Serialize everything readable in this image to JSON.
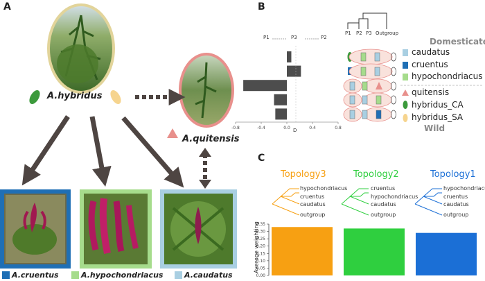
{
  "panels": {
    "a": "A",
    "b": "B",
    "c": "C"
  },
  "species": {
    "hybridus": "A.hybridus",
    "quitensis": "A.quitensis",
    "cruentus": "A.cruentus",
    "hypochondriacus": "A.hypochondriacus",
    "caudatus": "A.caudatus"
  },
  "colors": {
    "cruentus": "#1f6fb5",
    "hypochondriacus": "#a6dc8c",
    "caudatus": "#a9cfe2",
    "quitensis": "#e8908c",
    "hybridus_CA": "#3c9a3c",
    "hybridus_SA": "#f6d48e",
    "topology3": "#f7a012",
    "topology2": "#2fcf3f",
    "topology1": "#1b6fd6",
    "bar_grey": "#4d4d4d",
    "arrow": "#4e4542"
  },
  "panel_b": {
    "p_labels": {
      "left": "P1",
      "mid": "P3",
      "right": "P2"
    },
    "tree_tips": [
      "P1",
      "P2",
      "P3",
      "Outgroup"
    ],
    "legend": {
      "domesticated_header": "Domesticated",
      "wild_header": "Wild",
      "items": [
        {
          "name": "caudatus",
          "icon": "square"
        },
        {
          "name": "cruentus",
          "icon": "square"
        },
        {
          "name": "hypochondriacus",
          "icon": "square"
        },
        {
          "name": "quitensis",
          "icon": "triangle"
        },
        {
          "name": "hybridus_CA",
          "icon": "ellipse"
        },
        {
          "name": "hybridus_SA",
          "icon": "ellipse"
        }
      ]
    },
    "chart_data": {
      "type": "bar",
      "orientation": "horizontal",
      "xlabel": "D",
      "xlim": [
        -0.8,
        0.8
      ],
      "xticks": [
        "-0.8",
        "-0.4",
        "0.0",
        "0.4",
        "0.8"
      ],
      "values": [
        0.07,
        0.22,
        -0.68,
        -0.2,
        -0.18
      ]
    }
  },
  "panel_c": {
    "topologies": [
      {
        "name": "Topology3",
        "taxa": [
          "hypochondriacus",
          "cruentus",
          "caudatus",
          "outgroup"
        ]
      },
      {
        "name": "Topology2",
        "taxa": [
          "cruentus",
          "hypochondriacus",
          "caudatus",
          "outgroup"
        ]
      },
      {
        "name": "Topology1",
        "taxa": [
          "hypochondriacus",
          "cruentus",
          "caudatus",
          "outgroup"
        ]
      }
    ],
    "chart_data": {
      "type": "bar",
      "categories": [
        "Topology3",
        "Topology2",
        "Topology1"
      ],
      "values": [
        0.33,
        0.32,
        0.29
      ],
      "ylabel": "Average weighting",
      "ylim": [
        0,
        0.35
      ],
      "yticks": [
        "0.00",
        "0.05",
        "0.10",
        "0.15",
        "0.20",
        "0.25",
        "0.30",
        "0.35"
      ]
    }
  }
}
